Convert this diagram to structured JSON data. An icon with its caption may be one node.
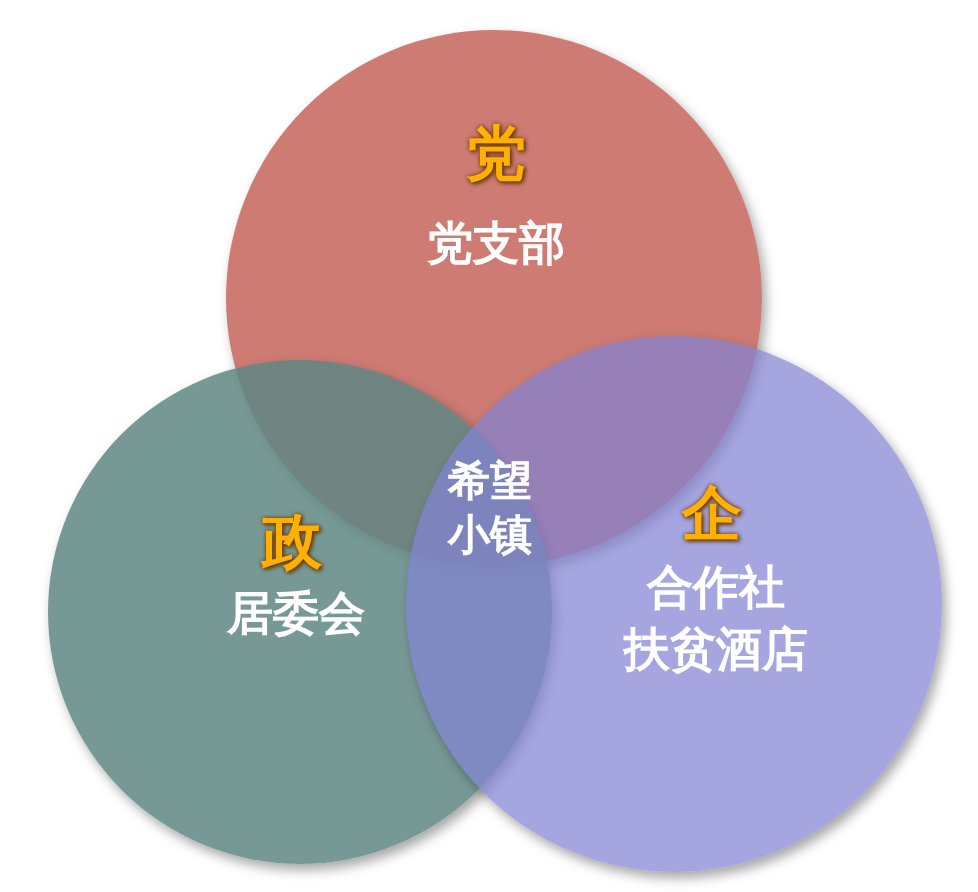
{
  "diagram": {
    "nodes": [
      {
        "text": [
          "党",
          "党支部"
        ]
      },
      {
        "text": [
          "政",
          "居委会"
        ]
      },
      {
        "text": [
          "企",
          "合作社",
          "扶贫酒店"
        ]
      }
    ],
    "labels": [
      "希望小镇"
    ]
  }
}
